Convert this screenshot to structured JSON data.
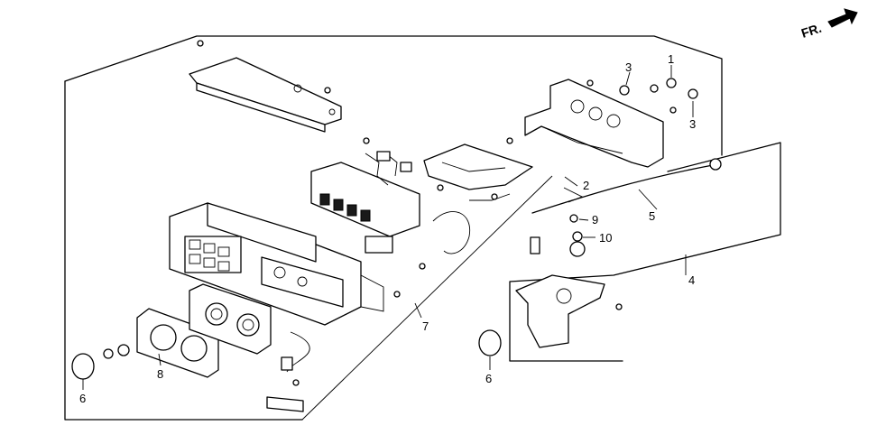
{
  "direction_marker": {
    "label": "FR.",
    "icon": "front-direction-arrow-icon"
  },
  "callouts": [
    {
      "id": "c1a",
      "label": "1"
    },
    {
      "id": "c2",
      "label": "2"
    },
    {
      "id": "c3a",
      "label": "3"
    },
    {
      "id": "c3b",
      "label": "3"
    },
    {
      "id": "c4",
      "label": "4"
    },
    {
      "id": "c5",
      "label": "5"
    },
    {
      "id": "c6a",
      "label": "6"
    },
    {
      "id": "c6b",
      "label": "6"
    },
    {
      "id": "c7",
      "label": "7"
    },
    {
      "id": "c8",
      "label": "8"
    },
    {
      "id": "c9",
      "label": "9"
    },
    {
      "id": "c10",
      "label": "10"
    }
  ]
}
